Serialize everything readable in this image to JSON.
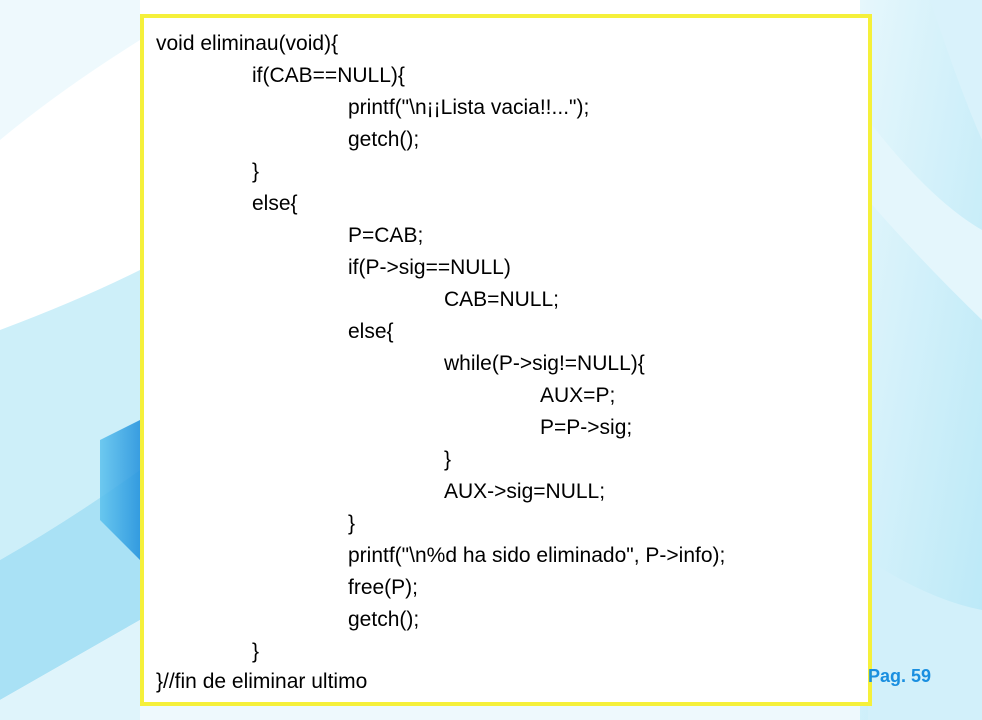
{
  "slide": {
    "page_label": "Pag. 59",
    "colors": {
      "frame_border": "#f5f03a",
      "page_label": "#1a8fe0",
      "swoosh_light": "#c8eef8",
      "swoosh_mid": "#9ddcf2",
      "swoosh_dark": "#2a9fe0"
    },
    "code": {
      "lines": [
        "void eliminau(void){",
        "if(CAB==NULL){",
        "printf(\"\\n¡¡Lista vacia!!...\");",
        "getch();",
        "}",
        "else{",
        "P=CAB;",
        "if(P->sig==NULL)",
        "CAB=NULL;",
        "else{",
        "while(P->sig!=NULL){",
        "AUX=P;",
        "P=P->sig;",
        "}",
        "AUX->sig=NULL;",
        "}",
        "printf(\"\\n%d ha sido eliminado\", P->info);",
        "free(P);",
        "getch();",
        "}",
        "}//fin de eliminar ultimo"
      ]
    }
  }
}
